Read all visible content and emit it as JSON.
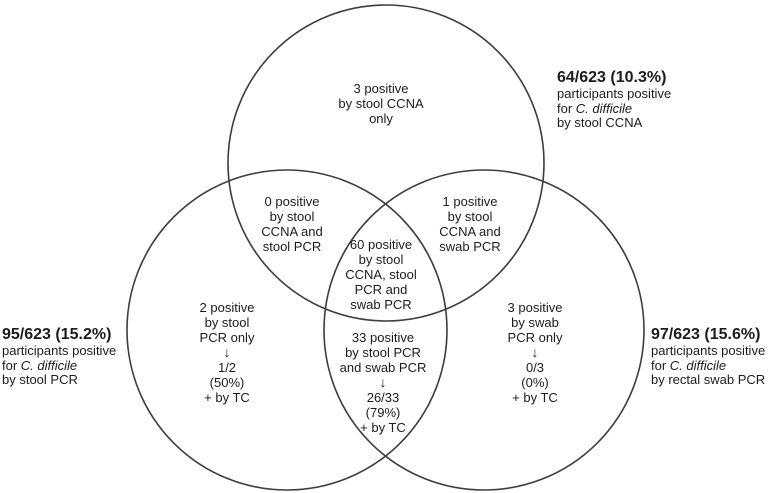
{
  "figure": {
    "type": "venn-diagram",
    "background": "#ffffff",
    "circle_stroke_color": "#3d3d40",
    "text_color": "#1c1c1c"
  },
  "regions": {
    "ccna_only": {
      "lines": [
        "3 positive",
        "by stool CCNA",
        "only"
      ]
    },
    "ccna_and_stool_pcr": {
      "lines": [
        "0 positive",
        "by stool",
        "CCNA and",
        "stool PCR"
      ]
    },
    "ccna_and_swab_pcr": {
      "lines": [
        "1 positive",
        "by stool",
        "CCNA and",
        "swab PCR"
      ]
    },
    "all_three": {
      "lines": [
        "60 positive",
        "by stool",
        "CCNA, stool",
        "PCR and",
        "swab PCR"
      ]
    },
    "stool_pcr_only": {
      "lines": [
        "2 positive",
        "by stool",
        "PCR only",
        "↓",
        "1/2",
        "(50%)",
        "+ by TC"
      ]
    },
    "stool_pcr_and_swab_pcr": {
      "lines": [
        "33 positive",
        "by stool PCR",
        "and swab PCR",
        "↓",
        "26/33",
        "(79%)",
        "+ by TC"
      ]
    },
    "swab_pcr_only": {
      "lines": [
        "3 positive",
        "by swab",
        "PCR only",
        "↓",
        "0/3",
        "(0%)",
        "+ by TC"
      ]
    }
  },
  "labels": {
    "stool_ccna": {
      "stat": "64/623 (10.3%)",
      "line2": "participants positive",
      "line3_prefix": "for ",
      "line3_italic": "C. difficile",
      "line4": "by stool CCNA"
    },
    "stool_pcr": {
      "stat": "95/623 (15.2%)",
      "line2": "participants positive",
      "line3_prefix": "for ",
      "line3_italic": "C. difficile",
      "line4": "by stool PCR"
    },
    "rectal_swab_pcr": {
      "stat": "97/623 (15.6%)",
      "line2": "participants positive",
      "line3_prefix": "for ",
      "line3_italic": "C. difficile",
      "line4": "by rectal swab PCR"
    }
  }
}
